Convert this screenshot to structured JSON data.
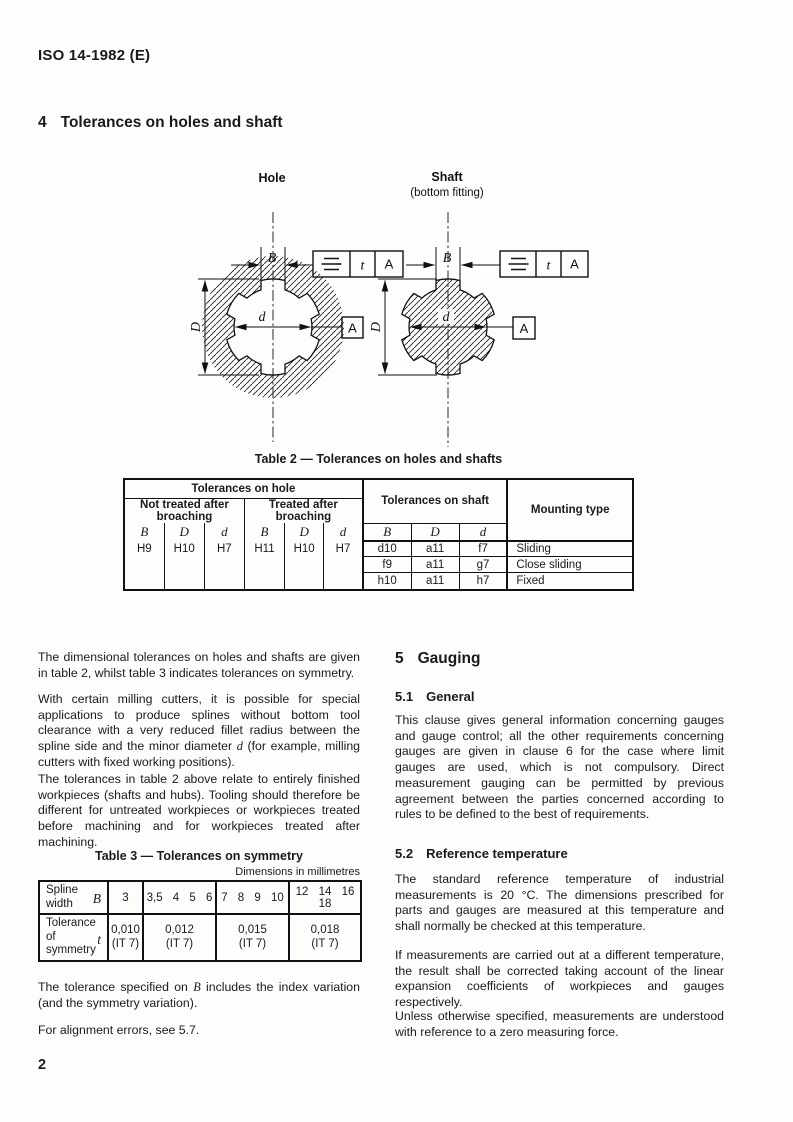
{
  "page": {
    "doc_ref": "ISO 14-1982 (E)",
    "page_number": "2"
  },
  "section4": {
    "number": "4",
    "title": "Tolerances on holes and shaft",
    "para1": "The dimensional tolerances on holes and shafts are given in table 2, whilst table 3 indicates tolerances on symmetry.",
    "para2_pre": "With certain milling cutters, it is possible for special applications to produce splines without bottom tool clearance with a very reduced fillet radius between the spline side and the minor diameter ",
    "para2_sym": "d",
    "para2_post": " (for example, milling cutters with fixed working positions).",
    "para3": "The tolerances in table 2 above relate to entirely finished workpieces (shafts and hubs). Tooling should therefore be different for untreated workpieces or workpieces treated before machining and for workpieces treated after machining.",
    "note1_pre": "The tolerance specified on ",
    "note1_sym": "B",
    "note1_post": " includes the index variation (and the symmetry variation).",
    "note2": "For alignment errors, see 5.7."
  },
  "figure": {
    "hole_label": "Hole",
    "shaft_label": "Shaft",
    "shaft_sublabel": "(bottom fitting)",
    "sym_B": "B",
    "sym_D": "D",
    "sym_d": "d",
    "sym_t": "t",
    "datum": "A"
  },
  "table2": {
    "caption": "Table 2 — Tolerances on holes and shafts",
    "hole_group": "Tolerances on hole",
    "shaft_group": "Tolerances on shaft",
    "mounting_header": "Mounting type",
    "not_treated": "Not treated after broaching",
    "treated": "Treated after broaching",
    "cols": [
      "B",
      "D",
      "d"
    ],
    "hole_values": [
      "H9",
      "H10",
      "H7",
      "H11",
      "H10",
      "H7"
    ],
    "shaft_rows": [
      {
        "B": "d10",
        "D": "a11",
        "d": "f7",
        "mounting": "Sliding"
      },
      {
        "B": "f9",
        "D": "a11",
        "d": "g7",
        "mounting": "Close sliding"
      },
      {
        "B": "h10",
        "D": "a11",
        "d": "h7",
        "mounting": "Fixed"
      }
    ]
  },
  "table3": {
    "caption": "Table 3 — Tolerances on symmetry",
    "units": "Dimensions in millimetres",
    "row1_label": "Spline width",
    "row1_sym": "B",
    "row2_label": "Tolerance of symmetry",
    "row2_sym": "t",
    "widths": [
      "3",
      "3,5 4 5 6",
      "7 8 9 10",
      "12 14 16 18"
    ],
    "tol_values": [
      "0,010",
      "0,012",
      "0,015",
      "0,018"
    ],
    "it": "(IT 7)"
  },
  "section5": {
    "number": "5",
    "title": "Gauging",
    "s51_number": "5.1",
    "s51_title": "General",
    "s51_para": "This clause gives general information concerning gauges and gauge control; all the other requirements concerning gauges are given in clause 6 for the case where limit gauges are used, which is not compulsory. Direct measurement gauging can be permitted by previous agreement between the parties concerned according to rules to be defined to the best of requirements.",
    "s52_number": "5.2",
    "s52_title": "Reference temperature",
    "s52_para1": "The standard reference temperature of industrial measurements is 20 °C. The dimensions prescribed for parts and gauges are measured at this temperature and shall normally be checked at this temperature.",
    "s52_para2": "If measurements are carried out at a different temperature, the result shall be corrected taking account of the linear expansion coefficients of workpieces and gauges respectively.",
    "s52_para3": "Unless otherwise specified, measurements are understood with reference to a zero measuring force."
  }
}
